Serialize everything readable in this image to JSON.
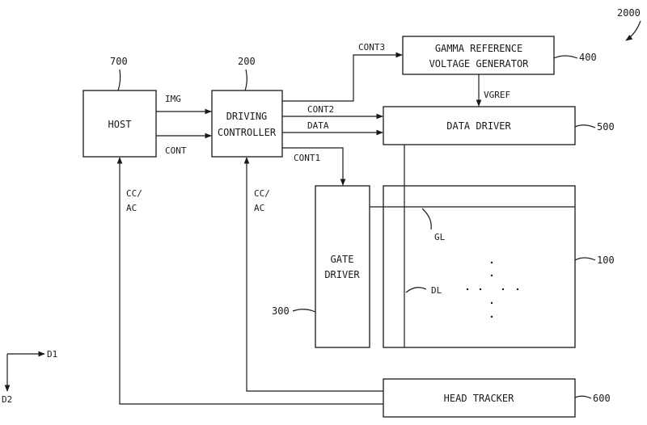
{
  "figure_number": "2000",
  "blocks": {
    "host": {
      "label": "HOST",
      "ref": "700"
    },
    "driving_controller": {
      "label_line1": "DRIVING",
      "label_line2": "CONTROLLER",
      "ref": "200"
    },
    "gamma_generator": {
      "label_line1": "GAMMA REFERENCE",
      "label_line2": "VOLTAGE GENERATOR",
      "ref": "400"
    },
    "data_driver": {
      "label": "DATA DRIVER",
      "ref": "500"
    },
    "gate_driver": {
      "label_line1": "GATE",
      "label_line2": "DRIVER",
      "ref": "300"
    },
    "display_panel": {
      "ref": "100"
    },
    "head_tracker": {
      "label": "HEAD TRACKER",
      "ref": "600"
    }
  },
  "signals": {
    "img": "IMG",
    "cont": "CONT",
    "cont1": "CONT1",
    "cont2": "CONT2",
    "cont3": "CONT3",
    "data": "DATA",
    "vgref": "VGREF",
    "gl": "GL",
    "dl": "DL",
    "cc_ac_line1": "CC/",
    "cc_ac_line2": "AC"
  },
  "axes": {
    "d1": "D1",
    "d2": "D2"
  }
}
